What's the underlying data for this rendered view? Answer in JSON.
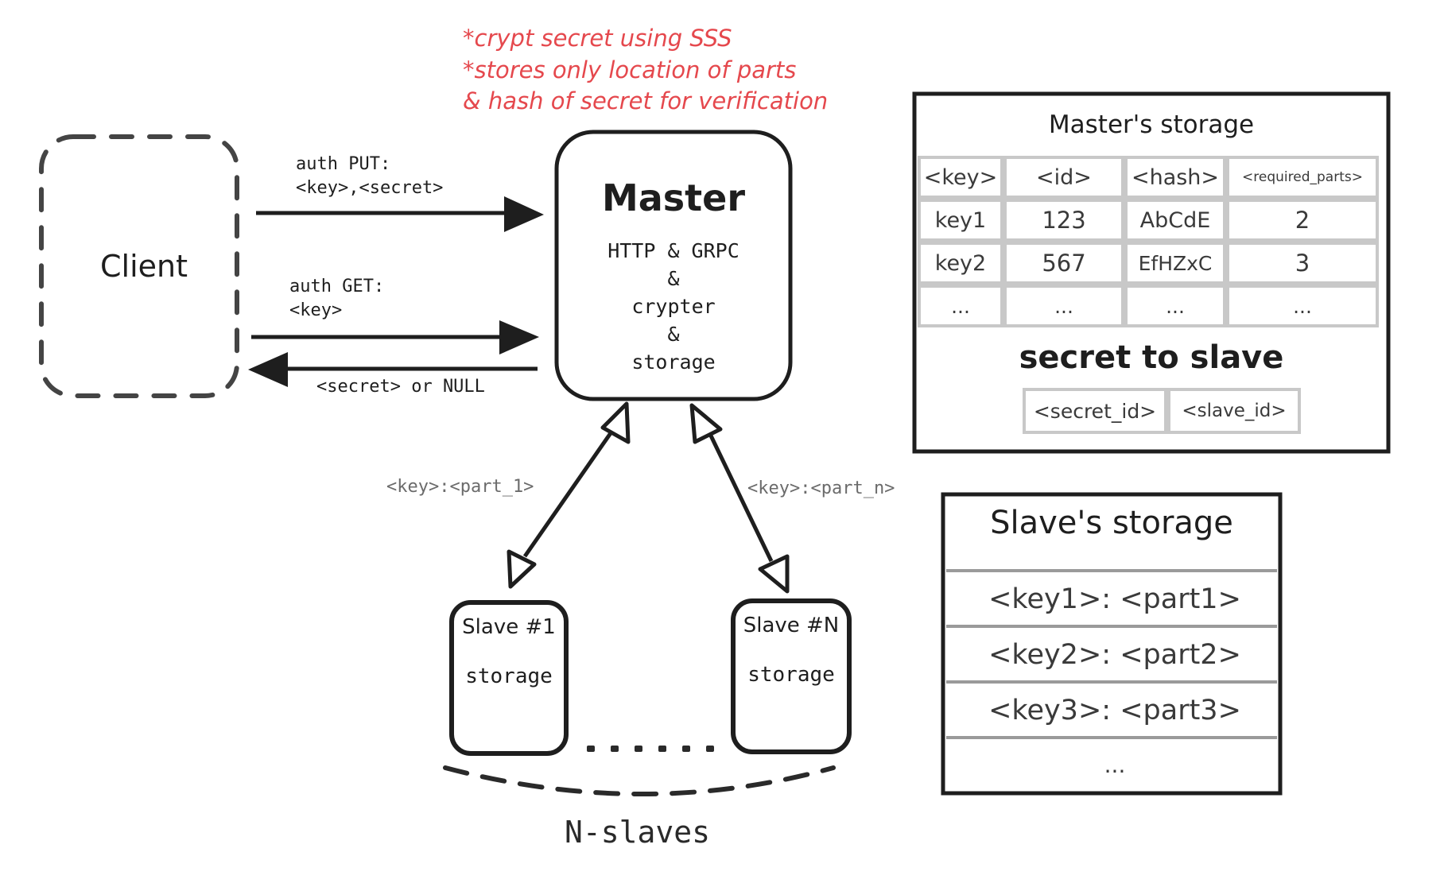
{
  "notes": [
    "*crypt secret using SSS",
    "*stores only location of parts",
    "& hash of secret for verification"
  ],
  "client": {
    "label": "Client"
  },
  "master": {
    "title": "Master",
    "lines": [
      "HTTP & GRPC",
      "&",
      "crypter",
      "&",
      "storage"
    ]
  },
  "arrows": {
    "put": [
      "auth PUT:",
      "<key>,<secret>"
    ],
    "get": [
      "auth GET:",
      "<key>"
    ],
    "response": "<secret> or NULL",
    "part_1": "<key>:<part_1>",
    "part_n": "<key>:<part_n>"
  },
  "slaves": [
    {
      "title": "Slave #1",
      "label": "storage"
    },
    {
      "title": "Slave #N",
      "label": "storage"
    }
  ],
  "slaves_caption": "N-slaves",
  "master_storage": {
    "title": "Master's storage",
    "headers": [
      "<key>",
      "<id>",
      "<hash>",
      "<required_parts>"
    ],
    "rows": [
      [
        "key1",
        "123",
        "AbCdE",
        "2"
      ],
      [
        "key2",
        "567",
        "EfHZxC",
        "3"
      ],
      [
        "...",
        "...",
        "...",
        "..."
      ]
    ],
    "secret_title": "secret to slave",
    "secret_headers": [
      "<secret_id>",
      "<slave_id>"
    ]
  },
  "slave_storage": {
    "title": "Slave's storage",
    "rows": [
      "<key1>: <part1>",
      "<key2>: <part2>",
      "<key3>: <part3>",
      "..."
    ]
  },
  "colors": {
    "stroke": "#1e1e1e",
    "note": "#e5484d",
    "muted": "#6b6b6b",
    "table_border": "#c8c8c8"
  }
}
